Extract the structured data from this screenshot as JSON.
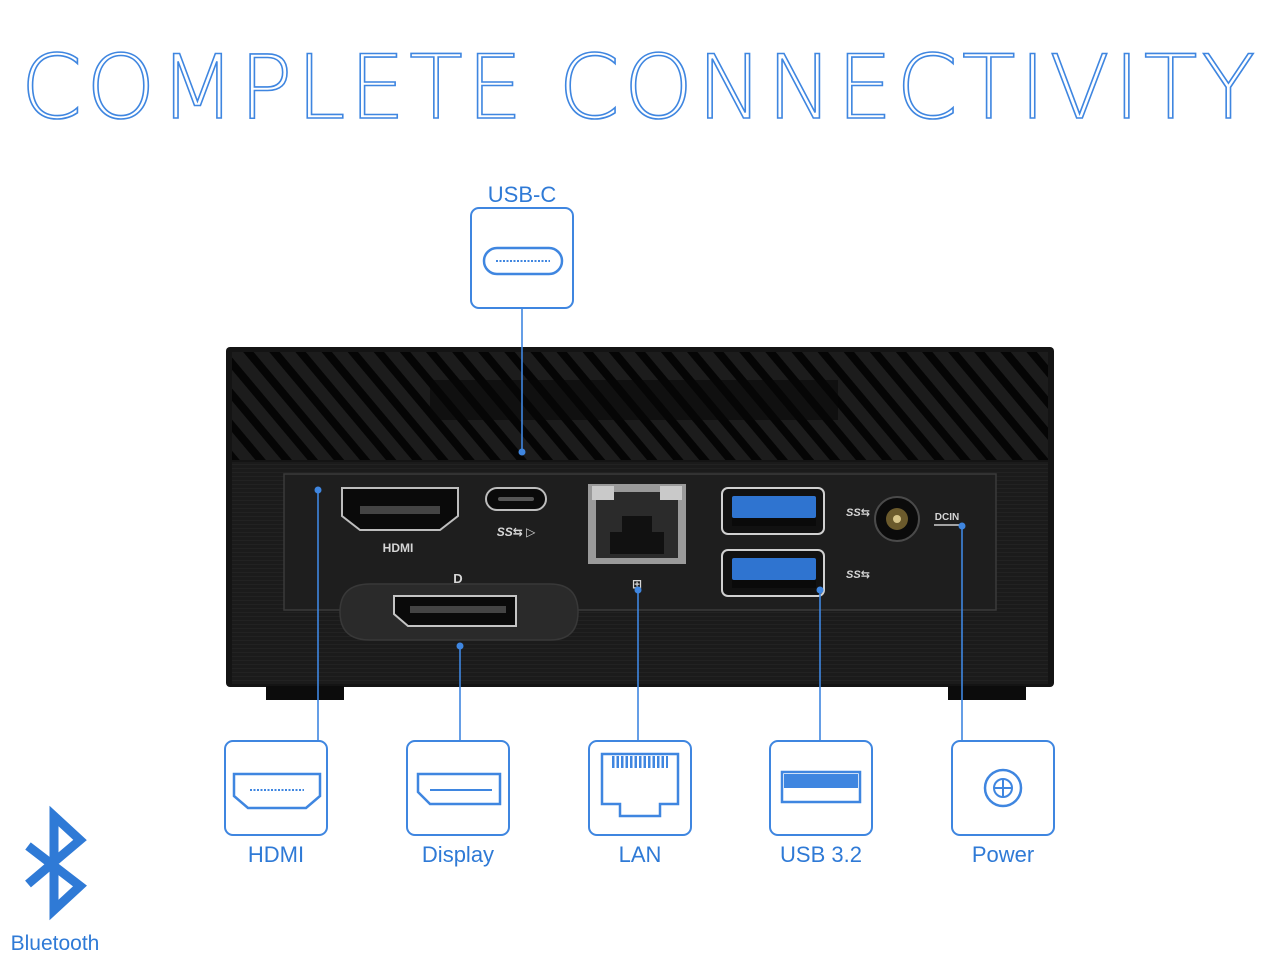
{
  "headline": "COMPLETE CONNECTIVITY",
  "ports": {
    "usbc": {
      "label": "USB-C",
      "icon": "usb-c-port-icon"
    },
    "hdmi": {
      "label": "HDMI",
      "icon": "hdmi-port-icon"
    },
    "display": {
      "label": "Display",
      "icon": "displayport-port-icon"
    },
    "lan": {
      "label": "LAN",
      "icon": "ethernet-port-icon"
    },
    "usb32": {
      "label": "USB 3.2",
      "icon": "usb-a-port-icon"
    },
    "power": {
      "label": "Power",
      "icon": "power-jack-icon"
    }
  },
  "bluetooth": {
    "label": "Bluetooth",
    "icon": "bluetooth-icon"
  },
  "device": {
    "hdmi_marking": "HDMI",
    "dcin_marking": "DCIN"
  },
  "colors": {
    "accent": "#3f86e0",
    "device_body": "#141414",
    "usb_blue": "#2f74d0"
  }
}
